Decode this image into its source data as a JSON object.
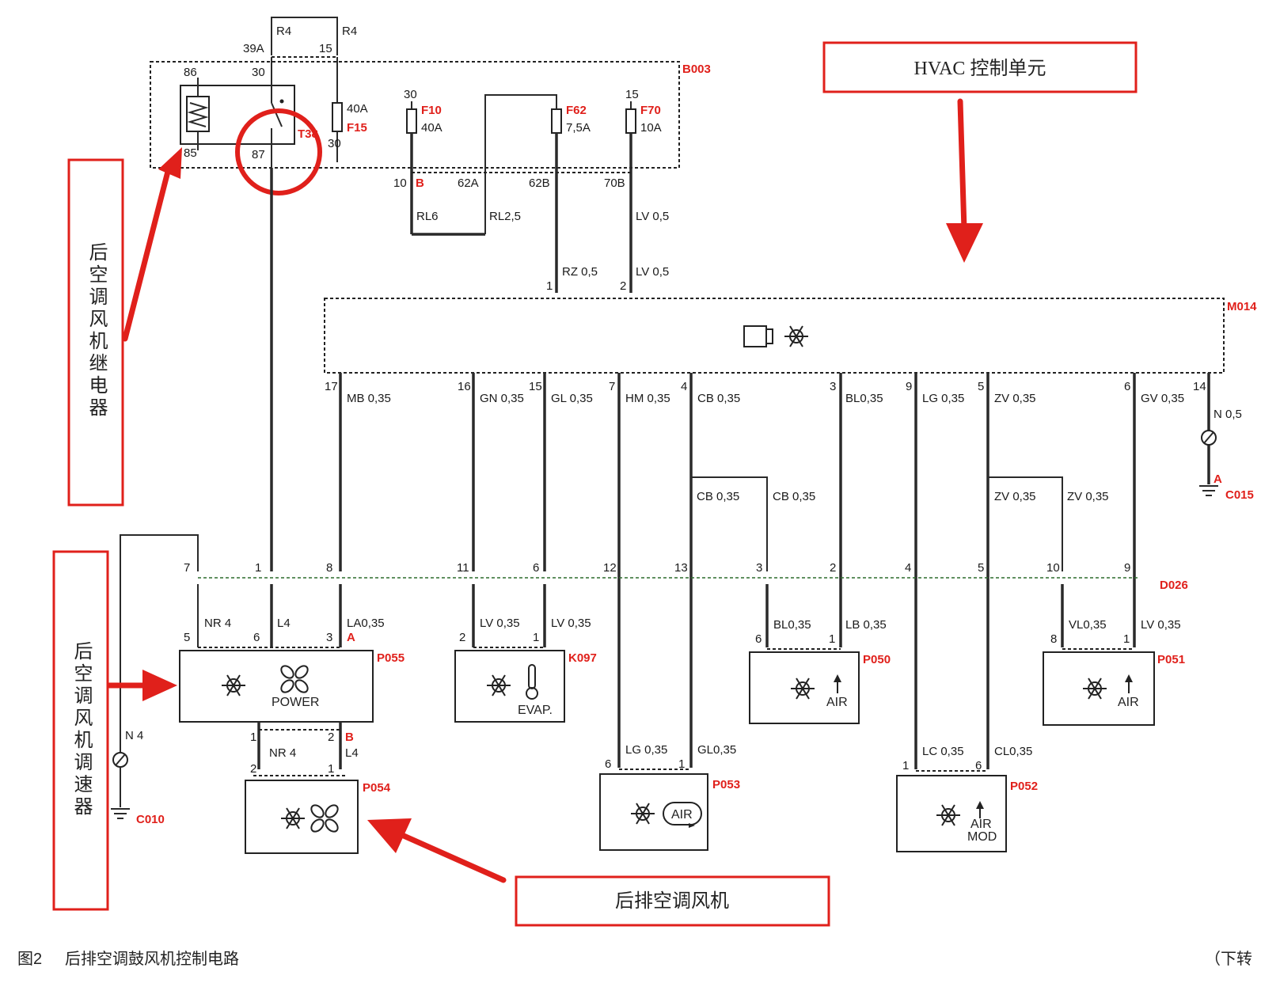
{
  "modules": {
    "b003": "B003",
    "m014": "M014",
    "d026": "D026",
    "p055": "P055",
    "p054": "P054",
    "k097": "K097",
    "p050": "P050",
    "p051": "P051",
    "p053": "P053",
    "p052": "P052",
    "c015": "C015",
    "c010": "C010",
    "t38": "T38"
  },
  "top_relay": {
    "r4_left": "R4",
    "r4_right": "R4",
    "pin_39a": "39A",
    "pin_15": "15",
    "pin_86": "86",
    "pin_30": "30",
    "pin_85": "85",
    "pin_87": "87",
    "f15_rating": "40A",
    "f15_name": "F15",
    "f15_pin": "30"
  },
  "fuses": [
    {
      "pin": "30",
      "name": "F10",
      "rating": "40A"
    },
    {
      "pin": "",
      "name": "F62",
      "rating": "7,5A"
    },
    {
      "pin": "15",
      "name": "F70",
      "rating": "10A"
    }
  ],
  "b003_pins": {
    "p10b_num": "10",
    "p10b_letter": "B",
    "p62a": "62A",
    "p62b": "62B",
    "p70b": "70B"
  },
  "upper_wires": {
    "rl6": "RL6",
    "rl25": "RL2,5",
    "lv05_a": "LV 0,5",
    "rz05": "RZ 0,5",
    "lv05_b": "LV 0,5",
    "m014_pin1": "1",
    "m014_pin2": "2"
  },
  "m014_pins": [
    {
      "pin": "17",
      "wire": "MB 0,35"
    },
    {
      "pin": "16",
      "wire": "GN 0,35"
    },
    {
      "pin": "15",
      "wire": "GL 0,35"
    },
    {
      "pin": "7",
      "wire": "HM 0,35"
    },
    {
      "pin": "4",
      "wire": "CB 0,35"
    },
    {
      "pin": "3",
      "wire": "BL0,35"
    },
    {
      "pin": "9",
      "wire": "LG 0,35"
    },
    {
      "pin": "5",
      "wire": "ZV 0,35"
    },
    {
      "pin": "6",
      "wire": "GV 0,35"
    },
    {
      "pin": "14",
      "wire": "N 0,5"
    }
  ],
  "branches": {
    "cb_a": "CB 0,35",
    "cb_b": "CB 0,35",
    "zv_a": "ZV 0,35",
    "zv_b": "ZV 0,35",
    "ground_a": "A"
  },
  "d026_pins": [
    "7",
    "1",
    "8",
    "11",
    "6",
    "12",
    "13",
    "3",
    "2",
    "4",
    "5",
    "10",
    "9"
  ],
  "lower_wires": {
    "nr4": "NR 4",
    "l4": "L4",
    "la035": "LA0,35",
    "lv035_a": "LV 0,35",
    "lv035_b": "LV 0,35",
    "bl035": "BL0,35",
    "lb035": "LB 0,35",
    "vl035": "VL0,35",
    "lv035_c": "LV 0,35",
    "n4": "N 4",
    "nr4_b": "NR 4",
    "l4_b": "L4",
    "lg035": "LG 0,35",
    "gl035": "GL0,35",
    "lc035": "LC 0,35",
    "cl035": "CL0,35"
  },
  "pin_labels": {
    "p055_5": "5",
    "p055_6": "6",
    "p055_3": "3",
    "p055_a": "A",
    "p055_1": "1",
    "p055_2": "2",
    "p055_b": "B",
    "p054_2": "2",
    "p054_1": "1",
    "k097_2": "2",
    "k097_1": "1",
    "p050_6": "6",
    "p050_1": "1",
    "p051_8": "8",
    "p051_1": "1",
    "p053_6": "6",
    "p053_1": "1",
    "p052_1": "1",
    "p052_6": "6"
  },
  "icon_text": {
    "power": "POWER",
    "evap": "EVAP.",
    "air1": "AIR",
    "air2": "AIR",
    "air_recirc": "AIR",
    "air_mod1": "AIR",
    "air_mod2": "MOD"
  },
  "annotations": {
    "hvac": "HVAC 控制单元",
    "relay": "后空调风机继电器",
    "speed": "后空调风机调速器",
    "fan": "后排空调风机"
  },
  "caption": {
    "fig": "图2",
    "title": "后排空调鼓风机控制电路",
    "continued": "（下转"
  }
}
